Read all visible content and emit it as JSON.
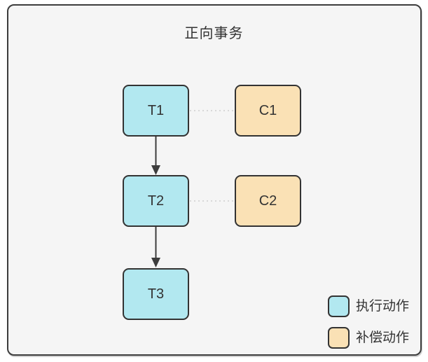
{
  "diagram": {
    "title": "正向事务",
    "forward_nodes": [
      {
        "id": "t1",
        "label": "T1"
      },
      {
        "id": "t2",
        "label": "T2"
      },
      {
        "id": "t3",
        "label": "T3"
      }
    ],
    "compensation_nodes": [
      {
        "id": "c1",
        "label": "C1"
      },
      {
        "id": "c2",
        "label": "C2"
      }
    ],
    "connections": [
      {
        "from": "T1",
        "to": "T2",
        "style": "solid-arrow"
      },
      {
        "from": "T2",
        "to": "T3",
        "style": "solid-arrow"
      },
      {
        "from": "T1",
        "to": "C1",
        "style": "dotted"
      },
      {
        "from": "T2",
        "to": "C2",
        "style": "dotted"
      }
    ],
    "legend": {
      "execute_label": "执行动作",
      "compensate_label": "补偿动作"
    },
    "colors": {
      "execute_fill": "#b2e8f0",
      "compensate_fill": "#fae1b5",
      "node_border": "#333333",
      "panel_bg": "#f5f5f5",
      "panel_border": "#3d3d3d",
      "arrow": "#3d3d3d",
      "dotted_connector": "#d8d8d8",
      "text": "#333333"
    }
  }
}
